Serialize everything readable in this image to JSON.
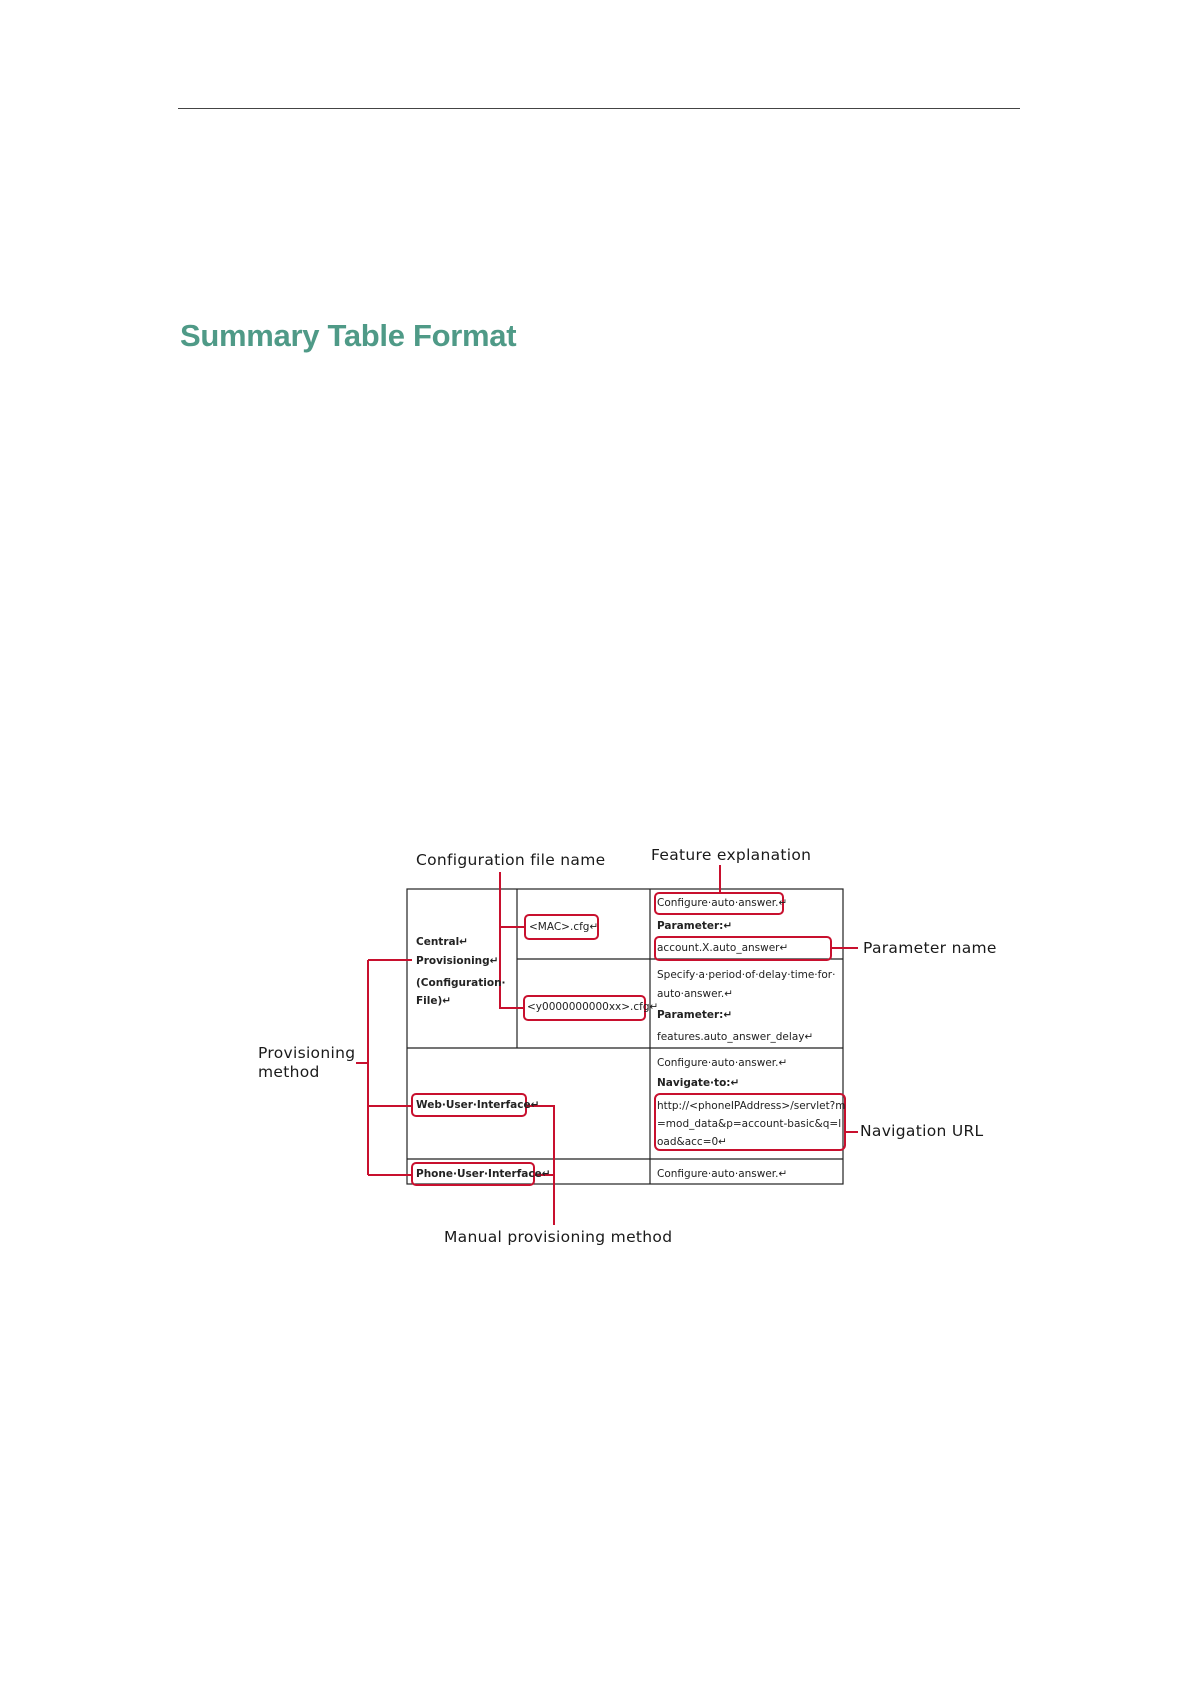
{
  "section": {
    "title": "Summary Table Format"
  },
  "figure": {
    "callouts": {
      "config_file_name": "Configuration file name",
      "feature_explanation": "Feature explanation",
      "parameter_name": "Parameter name",
      "provisioning_method_line1": "Provisioning",
      "provisioning_method_line2": "method",
      "navigation_url": "Navigation URL",
      "manual_provisioning_method": "Manual provisioning method"
    },
    "table": {
      "central_provisioning": [
        "Central↵",
        "Provisioning↵",
        "(Configuration·",
        "File)↵"
      ],
      "mac_cfg": "<MAC>.cfg↵",
      "y_cfg": "<y0000000000xx>.cfg↵",
      "row1": {
        "explanation": "Configure·auto·answer.↵",
        "param_label": "Parameter:↵",
        "param_value": "account.X.auto_answer↵"
      },
      "row2": {
        "explanation_line1": "Specify·a·period·of·delay·time·for·",
        "explanation_line2": "auto·answer.↵",
        "param_label": "Parameter:↵",
        "param_value": "features.auto_answer_delay↵"
      },
      "web_ui": {
        "label": "Web·User·Interface↵",
        "explanation": "Configure·auto·answer.↵",
        "navigate_label": "Navigate·to:↵",
        "url_line1": "http://<phoneIPAddress>/servlet?m",
        "url_line2": "=mod_data&p=account-basic&q=l",
        "url_line3": "oad&acc=0↵"
      },
      "phone_ui": {
        "label": "Phone·User·Interface↵",
        "explanation": "Configure·auto·answer.↵"
      }
    },
    "colors": {
      "annotation_red": "#c8102e",
      "title_green": "#4f9a87"
    }
  }
}
